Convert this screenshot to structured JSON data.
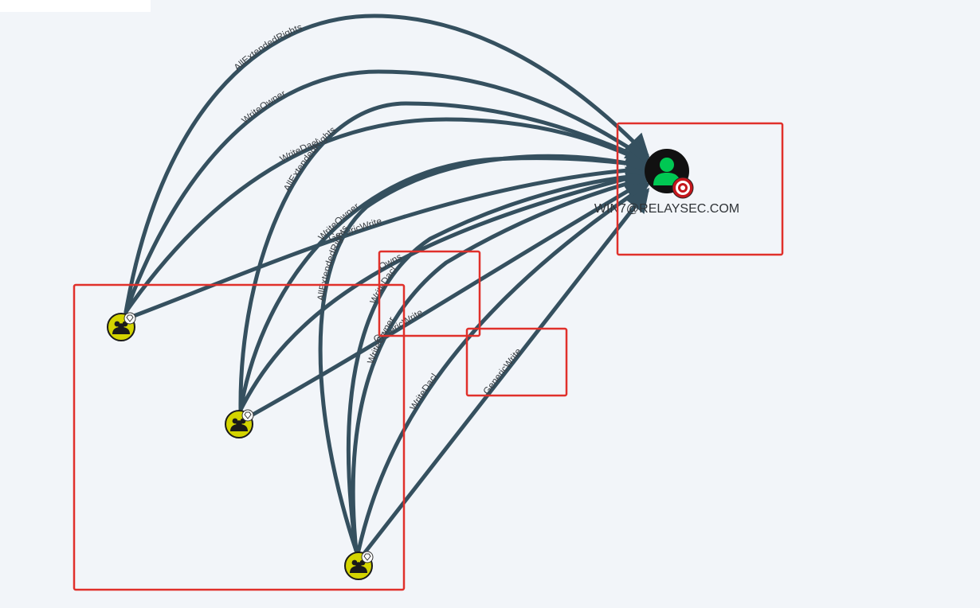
{
  "graph": {
    "target": {
      "label": "WIN7@RELAYSEC.COM",
      "type": "user",
      "status": "target"
    },
    "sources": [
      {
        "id": "g1",
        "type": "group",
        "high_value": true
      },
      {
        "id": "g2",
        "type": "group",
        "high_value": true
      },
      {
        "id": "g3",
        "type": "group",
        "high_value": true
      }
    ],
    "edges": [
      {
        "from": "g1",
        "label": "AllExtendedRights"
      },
      {
        "from": "g1",
        "label": "WriteOwner"
      },
      {
        "from": "g1",
        "label": "WriteDacl"
      },
      {
        "from": "g1",
        "label": "GenericWrite"
      },
      {
        "from": "g2",
        "label": "AllExtendedRights"
      },
      {
        "from": "g2",
        "label": "Owns"
      },
      {
        "from": "g2",
        "label": "GenericWrite"
      },
      {
        "from": "g2",
        "label": "WriteOwner"
      },
      {
        "from": "g3",
        "label": "AllExtendedRights"
      },
      {
        "from": "g3",
        "label": "WriteDacl"
      },
      {
        "from": "g3",
        "label": "WriteOwner"
      },
      {
        "from": "g3",
        "label": "WriteDacl"
      },
      {
        "from": "g3",
        "label": "GenericWrite"
      }
    ]
  },
  "colors": {
    "background": "#f2f5f9",
    "edge": "#35505f",
    "group_node": "#d4d400",
    "user_node": "#00c853",
    "target_badge": "#c4161c",
    "highlight": "#e0302b"
  },
  "icons": {
    "group": "group-icon",
    "user": "user-icon",
    "high_value": "diamond-icon",
    "target": "target-icon"
  }
}
